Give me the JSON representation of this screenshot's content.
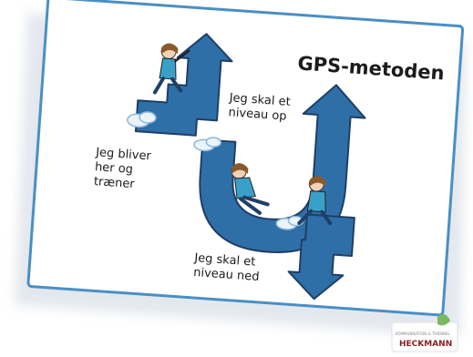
{
  "title": "GPS-metoden",
  "labels": {
    "level_up": [
      "Jeg skal et",
      "niveau op"
    ],
    "stay": [
      "Jeg bliver",
      "her og",
      "træner"
    ],
    "level_down": [
      "Jeg skal et",
      "niveau ned"
    ]
  },
  "logo": {
    "name": "HECKMANN",
    "tagline": "KOMMUNIKATION & TRÆNING"
  },
  "colors": {
    "arrow_fill": "#2f6fa8",
    "arrow_stroke": "#1e3f66",
    "card_border": "#4a8fc4",
    "card_bg": "#ffffff"
  }
}
